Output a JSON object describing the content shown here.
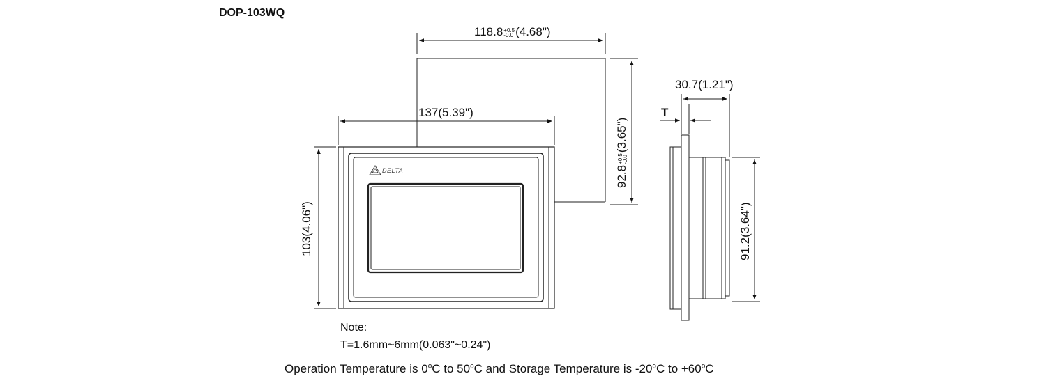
{
  "model": "DOP-103WQ",
  "logo_text": "DELTA",
  "dimensions": {
    "cutout_width": {
      "value": "118.8",
      "tol_upper": "+0.5",
      "tol_lower": "-0.0",
      "inch": "(4.68\")"
    },
    "cutout_height": {
      "value": "92.8",
      "tol_upper": "+0.5",
      "tol_lower": "-0.0",
      "inch": "(3.65\")"
    },
    "front_width": "137(5.39\")",
    "front_height": "103(4.06\")",
    "depth": "30.7(1.21\")",
    "body_height": "91.2(3.64\")",
    "thickness_label": "T"
  },
  "note": {
    "heading": "Note:",
    "text": "T=1.6mm~6mm(0.063\"~0.24\")"
  },
  "temperature": {
    "part1": "Operation Temperature is 0",
    "deg1": "o",
    "part2": "C to 50",
    "deg2": "o",
    "part3": "C and Storage Temperature is -20",
    "deg3": "o",
    "part4": "C to +60",
    "deg4": "o",
    "part5": "C"
  }
}
